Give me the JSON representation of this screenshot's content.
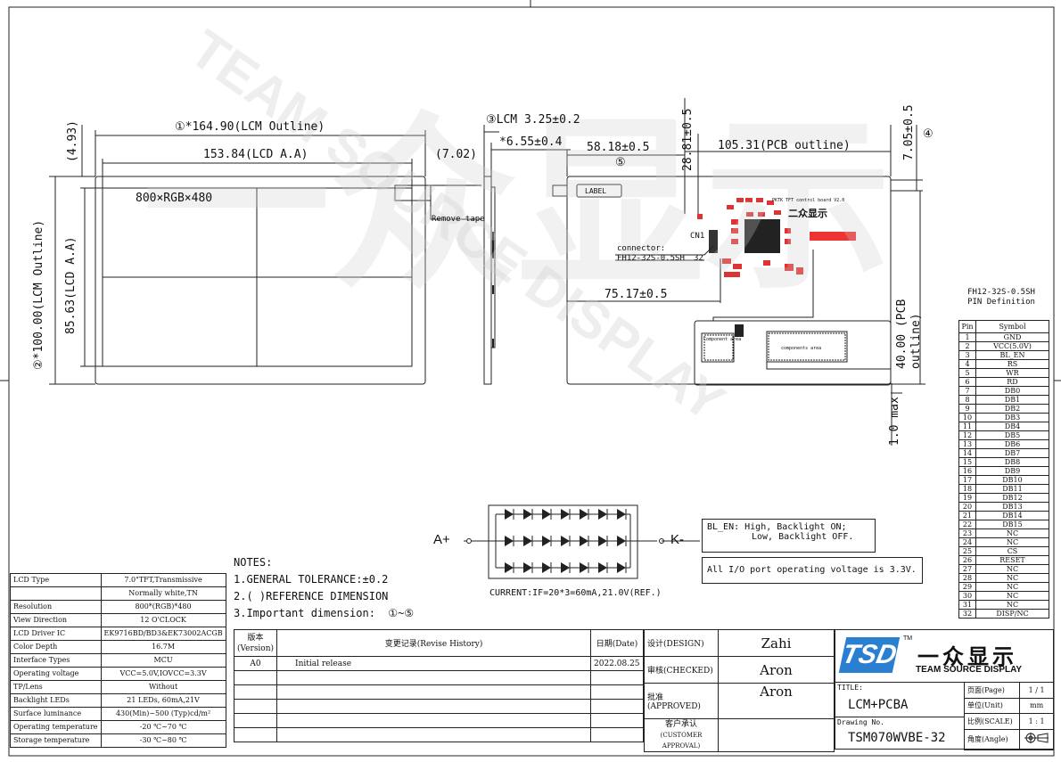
{
  "drawing": {
    "lcm_outline": "①*164.90(LCM Outline)",
    "lcd_aa": "153.84(LCD A.A)",
    "top_gap": "(4.93)",
    "resolution_label": "800×RGB×480",
    "remove_tape": "Remove tape",
    "lcm_outline_v": "②*100.00(LCM Outline)",
    "lcd_aa_v": "85.63(LCD A.A)",
    "side_gap": "(7.02)",
    "lcm_thickness": "③LCM 3.25±0.2",
    "thickness_2": "*6.55±0.4",
    "dim_5818": "58.18±0.5",
    "circ5": "⑤",
    "pcb_outline": "105.31(PCB outline)",
    "dim_2881": "28.81±0.5",
    "dim_705": "7.05±0.5",
    "circ4": "④",
    "label": "LABEL",
    "connector_title": "connector:",
    "connector_part": "FH12-32S-0.5SH",
    "pin1_label": "CN1",
    "pin32_label": "32",
    "dim_7517": "75.17±0.5",
    "pcb_outline_v": "40.00 (PCB outline)",
    "max_thick": "1.0 max",
    "pcb_tiny": "PKTK TFT control board V2.0",
    "brand_cn_small": "二众显示",
    "comp_label_1": "Component area",
    "comp_label_2": "components area"
  },
  "pin_def": {
    "title_1": "FH12-32S-0.5SH",
    "title_2": "PIN Definition",
    "header": [
      "Pin",
      "Symbol"
    ],
    "rows": [
      [
        "1",
        "GND"
      ],
      [
        "2",
        "VCC(5.0V)"
      ],
      [
        "3",
        "BL_EN"
      ],
      [
        "4",
        "RS"
      ],
      [
        "5",
        "WR"
      ],
      [
        "6",
        "RD"
      ],
      [
        "7",
        "DB0"
      ],
      [
        "8",
        "DB1"
      ],
      [
        "9",
        "DB2"
      ],
      [
        "10",
        "DB3"
      ],
      [
        "11",
        "DB4"
      ],
      [
        "12",
        "DB5"
      ],
      [
        "13",
        "DB6"
      ],
      [
        "14",
        "DB7"
      ],
      [
        "15",
        "DB8"
      ],
      [
        "16",
        "DB9"
      ],
      [
        "17",
        "DB10"
      ],
      [
        "18",
        "DB11"
      ],
      [
        "19",
        "DB12"
      ],
      [
        "20",
        "DB13"
      ],
      [
        "21",
        "DB14"
      ],
      [
        "22",
        "DB15"
      ],
      [
        "23",
        "NC"
      ],
      [
        "24",
        "NC"
      ],
      [
        "25",
        "CS"
      ],
      [
        "26",
        "RESET"
      ],
      [
        "27",
        "NC"
      ],
      [
        "28",
        "NC"
      ],
      [
        "29",
        "NC"
      ],
      [
        "30",
        "NC"
      ],
      [
        "31",
        "NC"
      ],
      [
        "32",
        "DISP/NC"
      ]
    ]
  },
  "backlight": {
    "anode": "A+",
    "cathode": "K-",
    "current": "CURRENT:IF=20*3=60mA,21.0V(REF.)",
    "bl_en_1": "BL_EN:  High, Backlight ON;",
    "bl_en_2": "Low,  Backlight OFF.",
    "io_voltage": "All I/O port operating voltage is 3.3V."
  },
  "notes": {
    "title": "NOTES:",
    "n1": "1.GENERAL TOLERANCE:±0.2",
    "n2": "2.( )REFERENCE DIMENSION",
    "n3": "3.Important dimension:",
    "n3_range": "①~⑤"
  },
  "spec": [
    [
      "LCD Type",
      "7.0\"TFT,Transmissive"
    ],
    [
      "",
      "Normally white,TN"
    ],
    [
      "Resolution",
      "800*(RGB)*480"
    ],
    [
      "View Direction",
      "12 O'CLOCK"
    ],
    [
      "LCD Driver IC",
      "EK9716BD/BD3&EK73002ACGB"
    ],
    [
      "Color Depth",
      "16.7M"
    ],
    [
      "Interface Types",
      "MCU"
    ],
    [
      "Operating voltage",
      "VCC=5.0V,IOVCC=3.3V"
    ],
    [
      "TP/Lens",
      "Without"
    ],
    [
      "Backlight LEDs",
      "21 LEDs, 60mA,21V"
    ],
    [
      "Surface luminance",
      "430(Min)~500 (Typ)cd/m²"
    ],
    [
      "Operating temperature",
      "-20 ℃~70 ℃"
    ],
    [
      "Storage temperature",
      "-30 ℃~80 ℃"
    ]
  ],
  "revision": {
    "h_version": "版本",
    "h_version_en": "(Version)",
    "h_history": "变更记录(Revise History)",
    "h_date": "日期(Date)",
    "version": "A0",
    "history": "Initial release",
    "date": "2022.08.25"
  },
  "approval": {
    "design_label": "设计(DESIGN)",
    "design_name": "Zahi",
    "checked_label": "审核(CHECKED)",
    "checked_name": "Aron",
    "approved_label": "批准(APPROVED)",
    "approved_name": "Aron",
    "customer_label": "客户承认",
    "customer_label_en": "(CUSTOMER APPROVAL)"
  },
  "title_block": {
    "logo": "TSD",
    "tm": "TM",
    "brand_cn": "一众显示",
    "brand_en": "TEAM SOURCE DISPLAY",
    "title_label": "TITLE:",
    "title_value": "LCM+PCBA",
    "drawing_label": "Drawing No.",
    "drawing_value": "TSM070WVBE-32",
    "page_label": "页面(Page)",
    "page_value": "1 / 1",
    "unit_label": "单位(Unit)",
    "unit_value": "mm",
    "scale_label": "比例(SCALE)",
    "scale_value": "1 : 1",
    "angle_label": "角度(Angle)"
  },
  "watermark": {
    "line1": "TEAM SOURCE DISPLAY",
    "cn": "一众显示"
  }
}
